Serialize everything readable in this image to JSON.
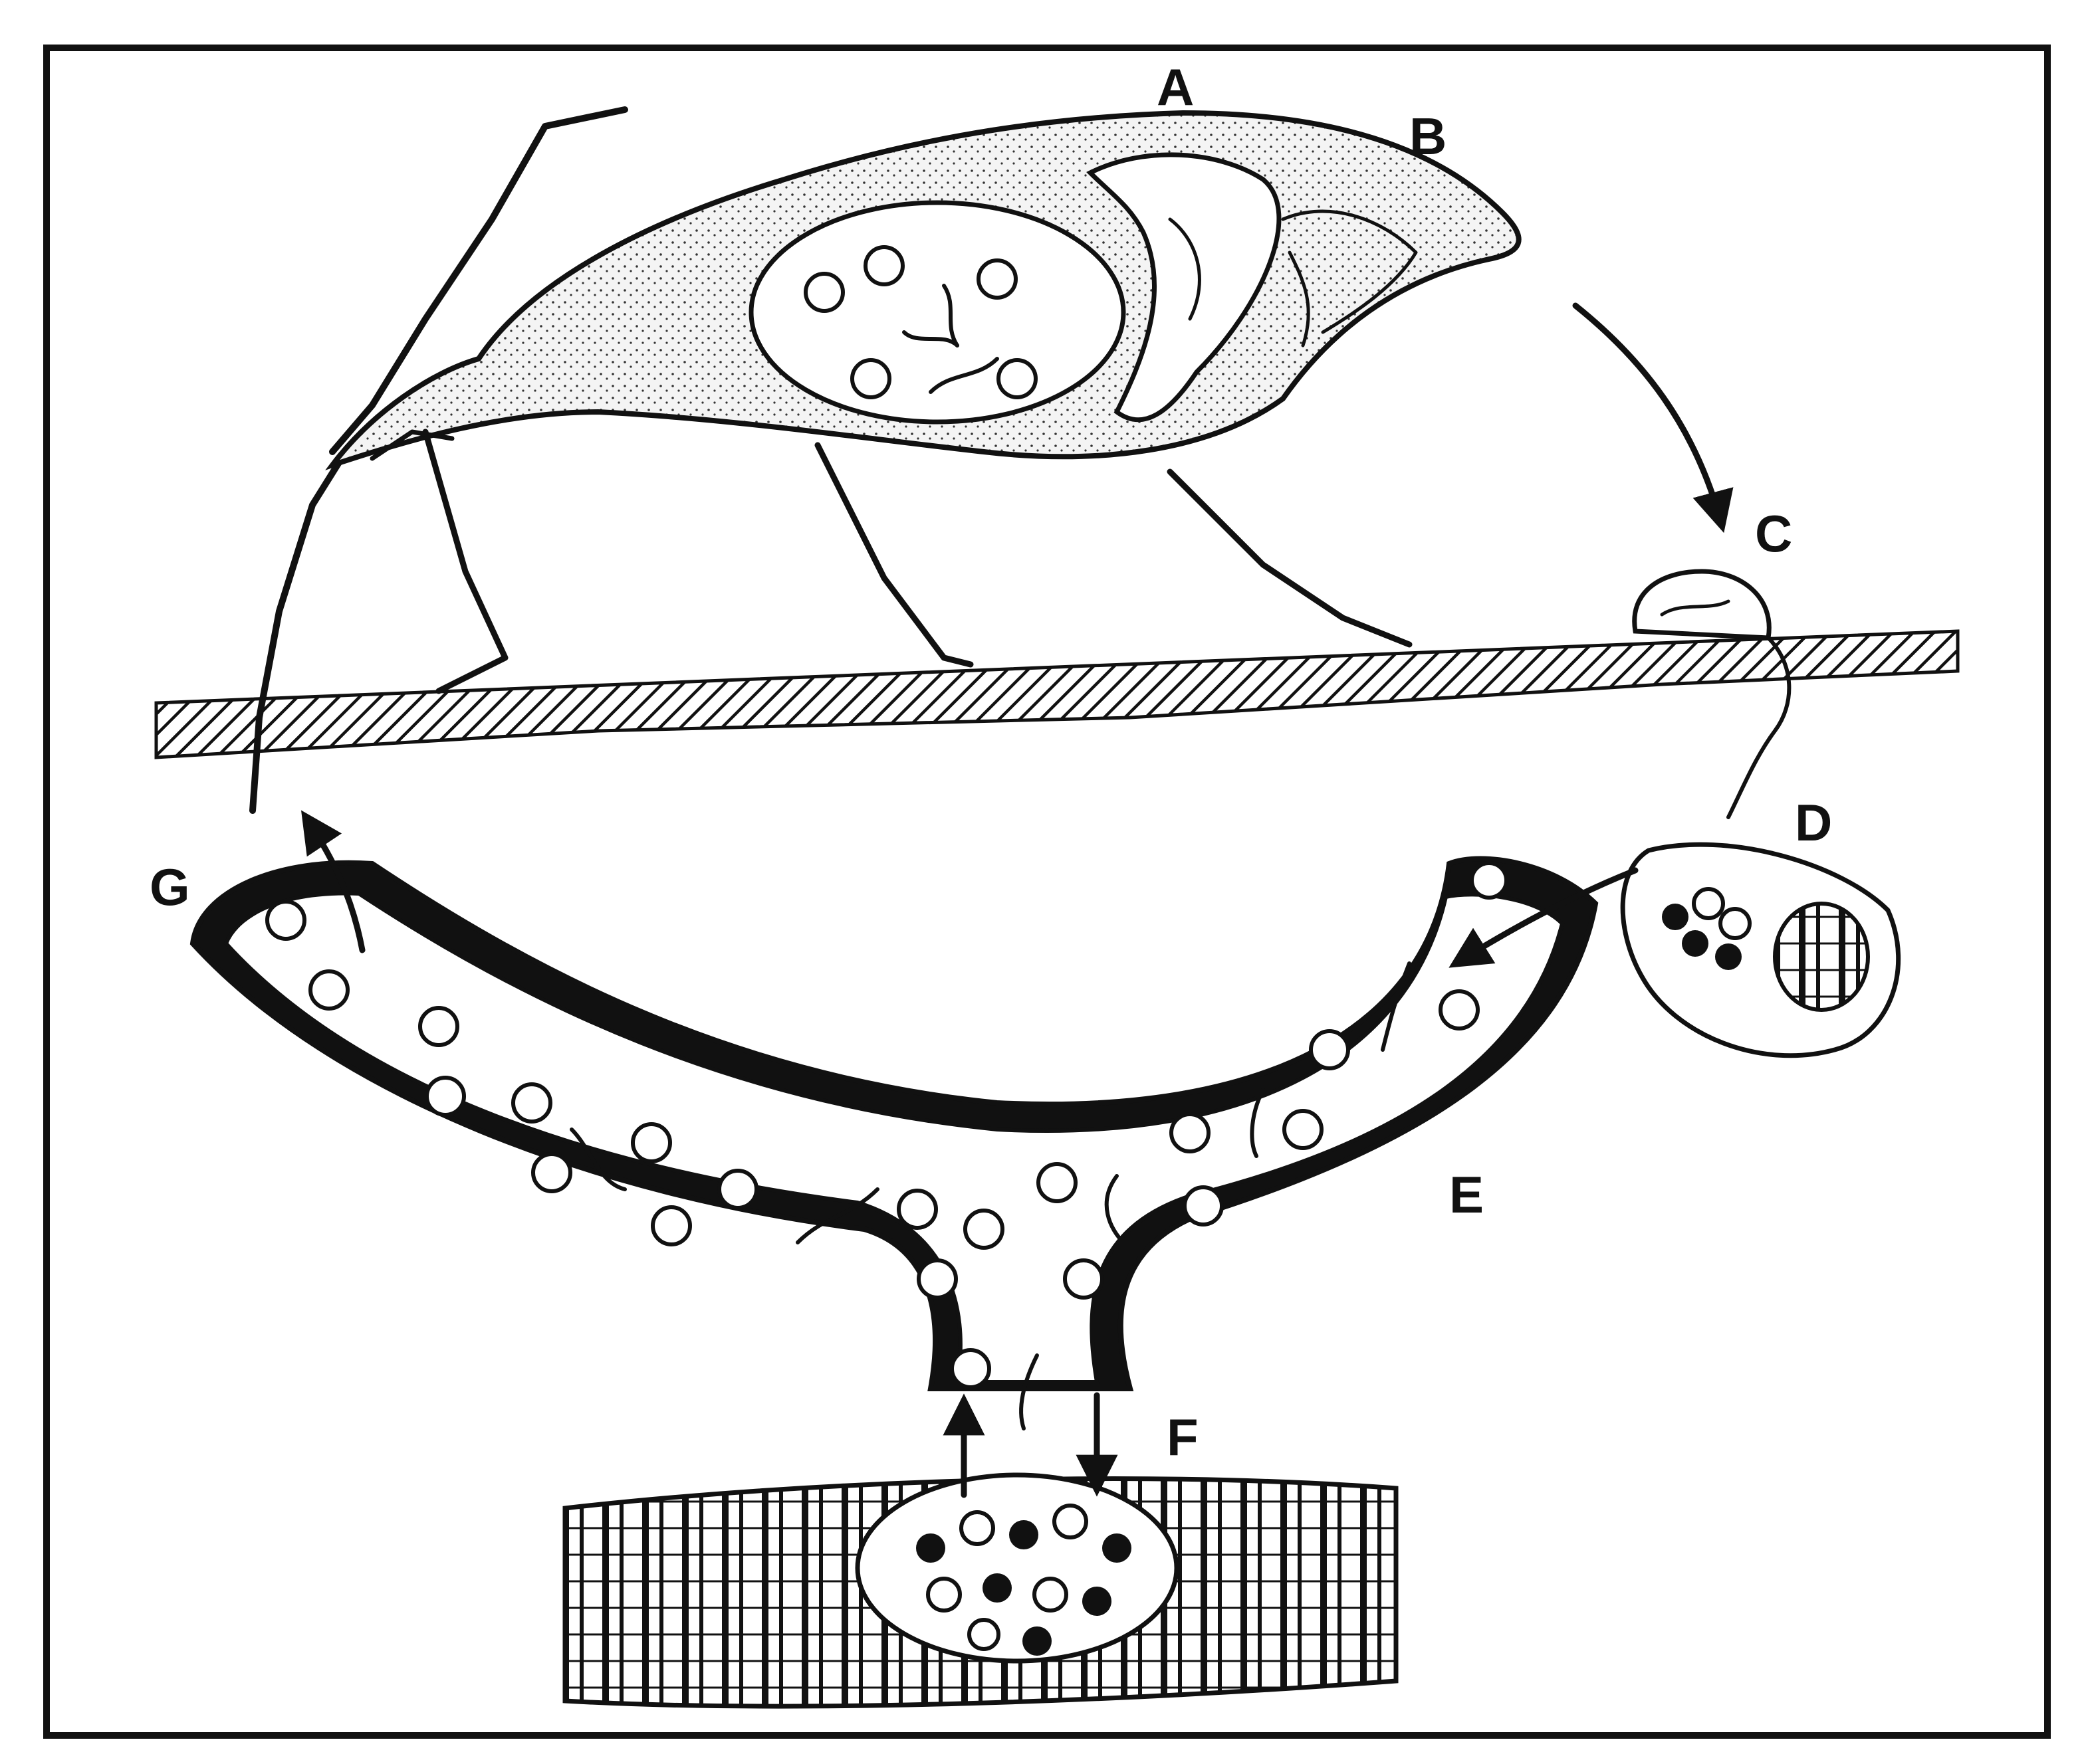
{
  "figure": {
    "stage_labels": {
      "a": "A",
      "b": "B",
      "c": "C",
      "d": "D",
      "e": "E",
      "f": "F",
      "g": "G"
    },
    "colors": {
      "ink": "#111111",
      "background": "#ffffff",
      "stipple": "#f2f2f2"
    }
  }
}
